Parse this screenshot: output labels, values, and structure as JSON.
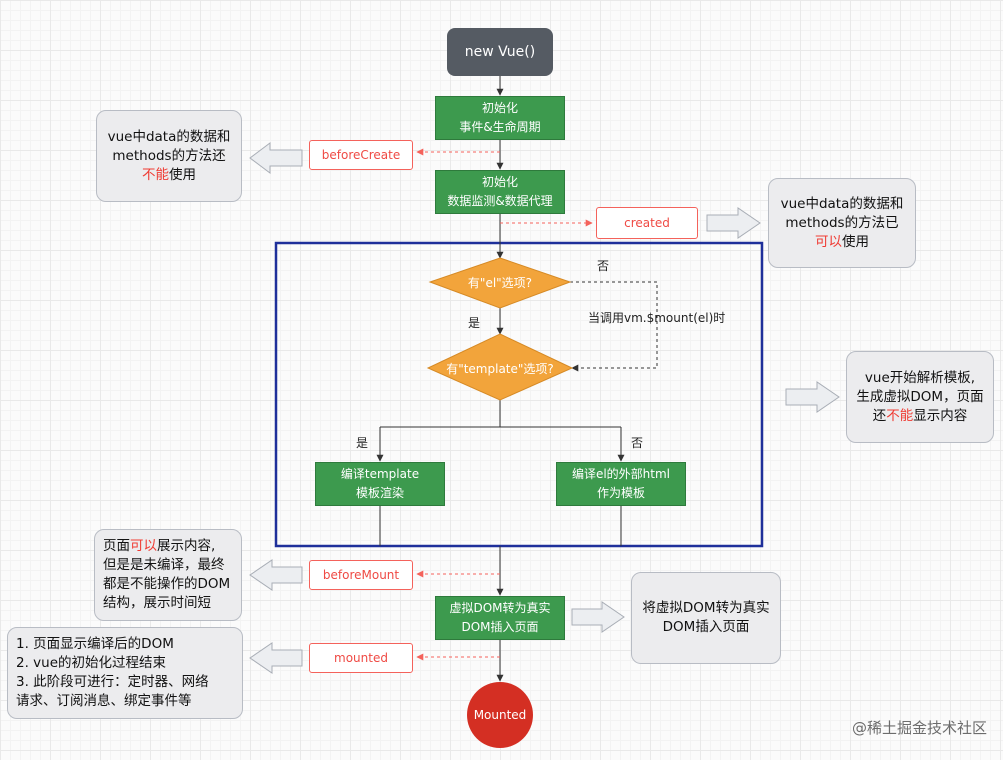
{
  "nodes": {
    "start": "new Vue()",
    "init_events": [
      "初始化",
      "事件&生命周期"
    ],
    "init_data": [
      "初始化",
      "数据监测&数据代理"
    ],
    "before_create": "beforeCreate",
    "created": "created",
    "has_el": "有\"el\"选项?",
    "has_template": "有\"template\"选项?",
    "compile_template": [
      "编译template",
      "模板渲染"
    ],
    "compile_outer_html": [
      "编译el的外部html",
      "作为模板"
    ],
    "before_mount": "beforeMount",
    "replace_dom": [
      "虚拟DOM转为真实",
      "DOM插入页面"
    ],
    "mounted": "mounted",
    "end": "Mounted"
  },
  "labels": {
    "no_1": "否",
    "yes_1": "是",
    "mount_call": "当调用vm.$mount(el)时",
    "yes_2": "是",
    "no_2": "否"
  },
  "notes": {
    "before_create": {
      "line1": "vue中data的数据和",
      "line2a": "methods的方法还",
      "line3_red": "不能",
      "line3": "使用"
    },
    "created": {
      "line1": "vue中data的数据和",
      "line2": "methods的方法已",
      "line3_red": "可以",
      "line3": "使用"
    },
    "template": {
      "line1": "vue开始解析模板,",
      "line2": "生成虚拟DOM，页面",
      "line3a": "还",
      "line3_red": "不能",
      "line3b": "显示内容"
    },
    "before_mount": {
      "line1a": "页面",
      "line1_red": "可以",
      "line1b": "展示内容,",
      "line2": "但是是未编译，最终",
      "line3": "都是不能操作的DOM",
      "line4": "结构，展示时间短"
    },
    "replace_dom": {
      "line1": "将虚拟DOM转为真实",
      "line2": "DOM插入页面"
    },
    "mounted": {
      "line1": "1. 页面显示编译后的DOM",
      "line2": "2. vue的初始化过程结束",
      "line3": "3. 此阶段可进行：定时器、网络",
      "line4": "请求、订阅消息、绑定事件等"
    }
  },
  "watermark": "@稀土掘金技术社区",
  "colors": {
    "green": "#3d9a4e",
    "orange": "#f2a43b",
    "hook_red": "#f4625b",
    "text_red": "#ef3b33",
    "frame_blue": "#1e2f9a",
    "end_red": "#d42f23",
    "start_gray": "#555b63"
  }
}
